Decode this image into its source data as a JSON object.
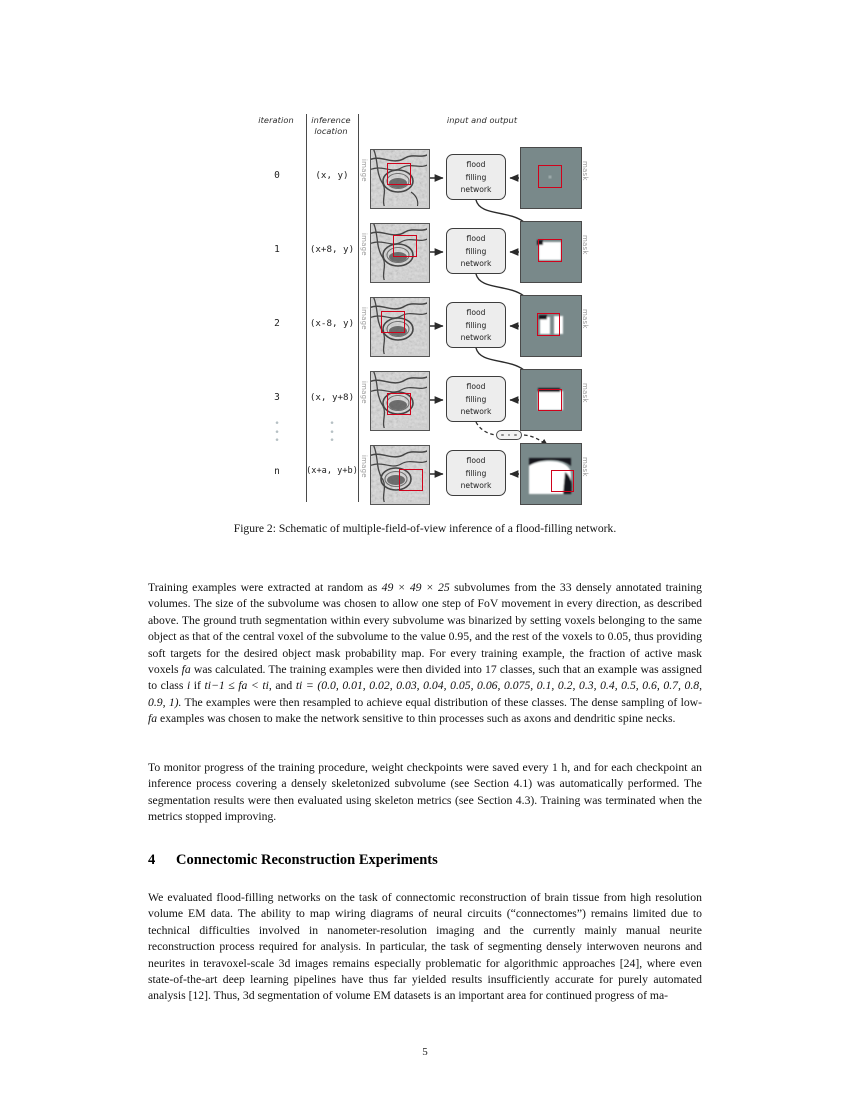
{
  "figure": {
    "headers": {
      "iteration": "iteration",
      "inference_location_line1": "inference",
      "inference_location_line2": "location",
      "input_output": "input and output"
    },
    "panel_labels": {
      "image": "image",
      "mask": "mask"
    },
    "ffn_label_line1": "flood",
    "ffn_label_line2": "filling",
    "ffn_label_line3": "network",
    "rows": [
      {
        "iteration": "0",
        "location": "(x, y)"
      },
      {
        "iteration": "1",
        "location": "(x+8, y)"
      },
      {
        "iteration": "2",
        "location": "(x-8, y)"
      },
      {
        "iteration": "3",
        "location": "(x, y+8)"
      },
      {
        "iteration": "n",
        "location": "(x+a, y+b)"
      }
    ],
    "vertical_dots": "•\n•\n•",
    "caption": "Figure 2: Schematic of multiple-field-of-view inference of a flood-filling network."
  },
  "body": {
    "para1_a": "Training examples were extracted at random as ",
    "para1_dims": "49 × 49 × 25",
    "para1_b": " subvolumes from the 33 densely annotated training volumes. The size of the subvolume was chosen to allow one step of FoV movement in every direction, as described above. The ground truth segmentation within every subvolume was binarized by setting voxels belonging to the same object as that of the central voxel of the subvolume to the value 0.95, and the rest of the voxels to 0.05, thus providing soft targets for the desired object mask probability map. For every training example, the fraction of active mask voxels ",
    "fa": "fa",
    "para1_c": " was calculated. The training examples were then divided into 17 classes, such that an example was assigned to class ",
    "i": "i",
    "para1_d": " if ",
    "cond": "ti−1 ≤ fa < ti",
    "para1_e": ", and ",
    "ti_label": "ti",
    "ti_values": "= (0.0, 0.01, 0.02, 0.03, 0.04, 0.05, 0.06, 0.075, 0.1, 0.2, 0.3, 0.4, 0.5, 0.6, 0.7, 0.8, 0.9, 1).",
    "para1_f": " The examples were then resampled to achieve equal distribution of these classes. The dense sampling of low-",
    "para1_g": " examples was chosen to make the network sensitive to thin processes such as axons and dendritic spine necks.",
    "para2": "To monitor progress of the training procedure, weight checkpoints were saved every 1 h, and for each checkpoint an inference process covering a densely skeletonized subvolume (see Section 4.1) was automatically performed. The segmentation results were then evaluated using skeleton metrics (see Section 4.3). Training was terminated when the metrics stopped improving.",
    "section_number": "4",
    "section_title": "Connectomic Reconstruction Experiments",
    "para3": "We evaluated flood-filling networks on the task of connectomic reconstruction of brain tissue from high resolution volume EM data. The ability to map wiring diagrams of neural circuits (“connectomes”) remains limited due to technical difficulties involved in nanometer-resolution imaging and the currently mainly manual neurite reconstruction process required for analysis. In particular, the task of segmenting densely interwoven neurons and neurites in teravoxel-scale 3d images remains especially problematic for algorithmic approaches [24], where even state-of-the-art deep learning pipelines have thus far yielded results insufficiently accurate for purely automated analysis [12]. Thus, 3d segmentation of volume EM datasets is an important area for continued progress of ma-"
  },
  "page_number": "5",
  "colors": {
    "red_box": "#d0021b",
    "mask_background": "#79898a",
    "ffn_fill": "#ededed",
    "rule": "#4a4a4a"
  }
}
